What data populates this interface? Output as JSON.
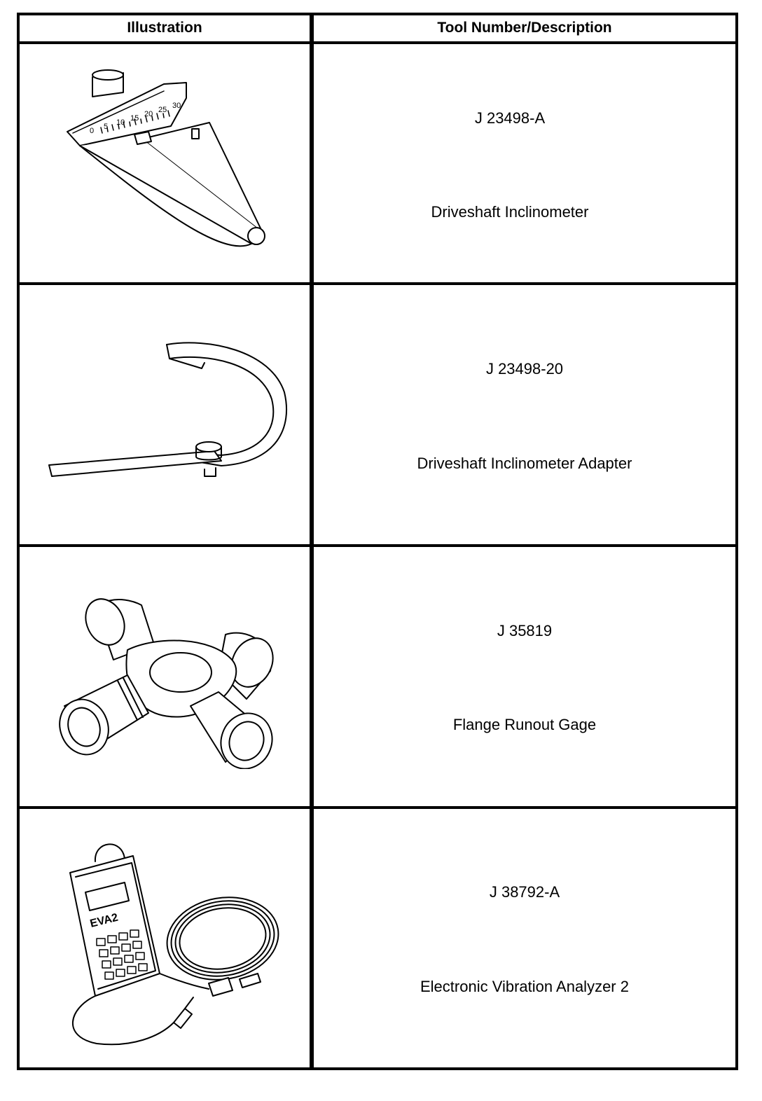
{
  "table": {
    "headers": {
      "illustration": "Illustration",
      "tool": "Tool Number/Description"
    },
    "rows": [
      {
        "number": "J 23498-A",
        "description": "Driveshaft Inclinometer",
        "icon": "inclinometer-icon"
      },
      {
        "number": "J 23498-20",
        "description": "Driveshaft Inclinometer Adapter",
        "icon": "adapter-icon"
      },
      {
        "number": "J 35819",
        "description": "Flange Runout Gage",
        "icon": "universal-joint-icon"
      },
      {
        "number": "J 38792-A",
        "description": "Electronic Vibration Analyzer 2",
        "icon": "vibration-analyzer-icon"
      }
    ],
    "inclinometer_scale": [
      "0",
      "5",
      "10",
      "15",
      "20",
      "25",
      "30"
    ],
    "analyzer_brand": "EVA2"
  }
}
